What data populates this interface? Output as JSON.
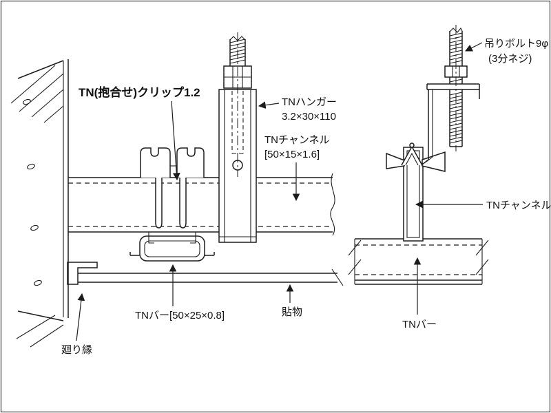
{
  "diagram": {
    "background": "#ffffff",
    "line_color": "#1c1c1c",
    "labels": {
      "clip": "TN(抱合せ)クリップ1.2",
      "hanger_name": "TNハンガー",
      "hanger_size": "3.2×30×110",
      "channel_name": "TNチャンネル",
      "channel_size": "[50×15×1.6]",
      "bolt_name": "吊りボルト9φ",
      "bolt_size": "(3分ネジ)",
      "channel_right": "TNチャンネル",
      "bar_left": "TNバー[50×25×0.8]",
      "board": "貼物",
      "bar_right": "TNバー",
      "molding": "廻り縁"
    }
  }
}
